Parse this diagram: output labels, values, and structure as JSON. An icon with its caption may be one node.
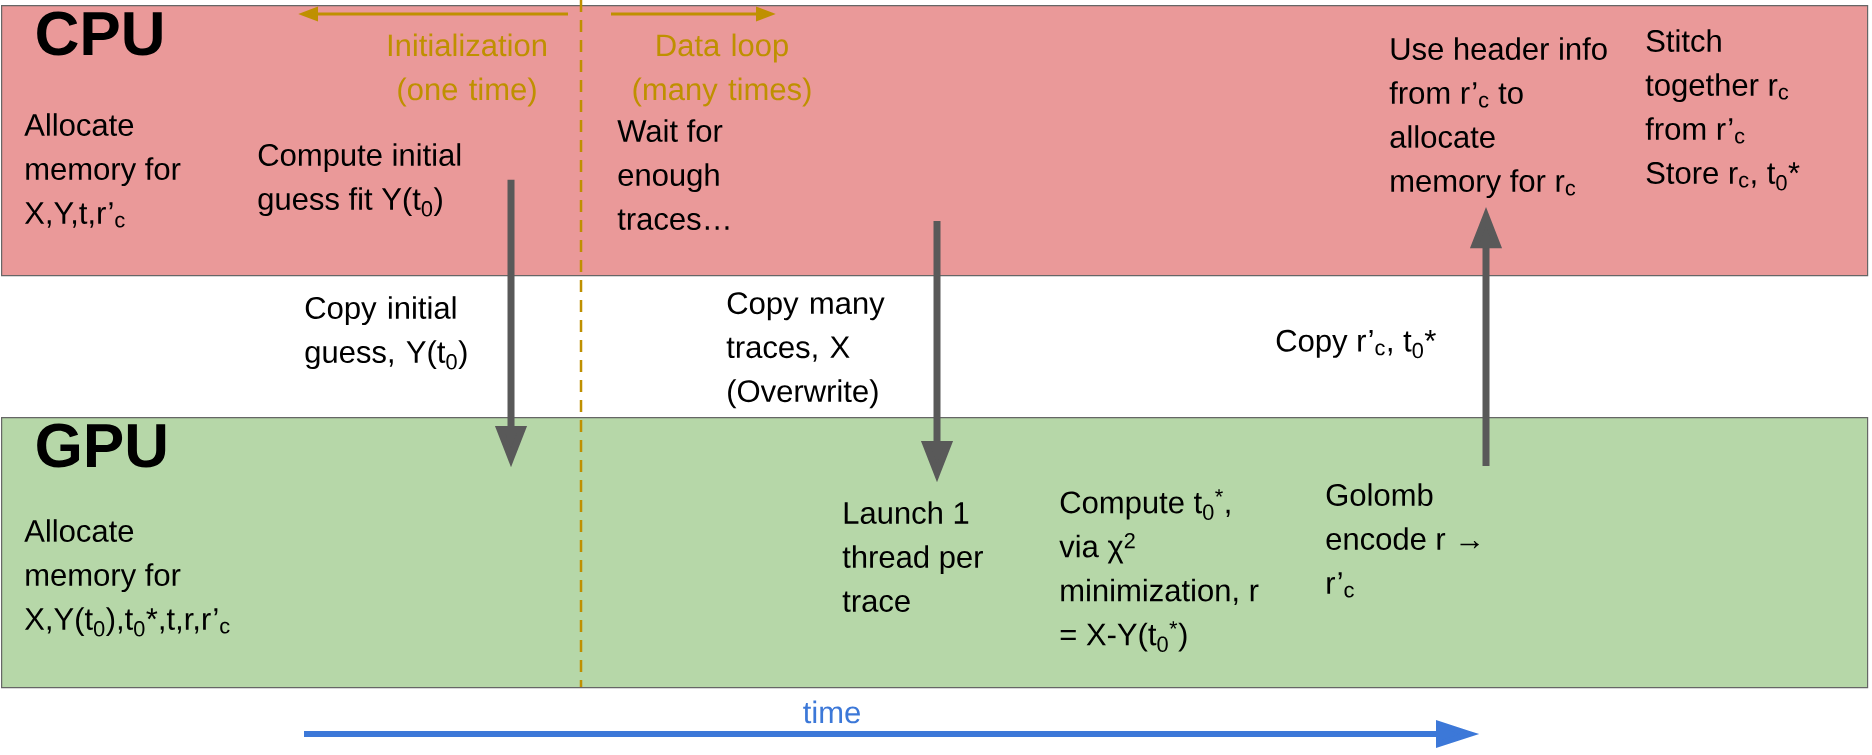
{
  "diagram": {
    "nodes": [
      {
        "text": [
          "CPU"
        ]
      },
      {
        "text": [
          "Allocate memory for X,Y,t,r’$_{c}$"
        ],
        "in": 0
      },
      {
        "text": [
          "Compute initial guess fit Y(t$_{0}$)"
        ],
        "in": 0
      },
      {
        "text": [
          "Wait for enough traces…"
        ],
        "in": 0
      },
      {
        "text": [
          "Use header info from r’$_{c}$ to allocate memory for r$_{c}$"
        ],
        "in": 0
      },
      {
        "text": [
          "Stitch together r$_{c}$ from r’$_{c}$ Store r$_{c}$, t$_{0}$*"
        ],
        "in": 0
      },
      {
        "text": [
          "GPU"
        ]
      },
      {
        "text": [
          "Allocate memory for X,Y(t$_{0}$),t$_{0}$*,t,r,r’$_{c}$"
        ],
        "in": 6
      },
      {
        "text": [
          "Launch 1 thread per trace"
        ],
        "in": 6
      },
      {
        "text": [
          "Compute t$_{0}$$^{*}$, via χ$^{2}$ minimization, r = X-Y(t$_{0}$$^{*}$)"
        ],
        "in": 6
      },
      {
        "text": [
          "Golomb encode r → r’$_{c}$"
        ],
        "in": 6
      }
    ],
    "edges": [
      {
        "from": 2,
        "to": 6,
        "arrow": "to",
        "label": "Copy initial guess, Y(t$_{0}$)"
      },
      {
        "from": 0,
        "to": 8,
        "arrow": "to",
        "label": "Copy many traces, X (Overwrite)"
      },
      {
        "from": 10,
        "to": 4,
        "arrow": "to",
        "label": "Copy r’$_{c}$, t$_{0}$*"
      }
    ],
    "labels": [
      "Initialization (one time)",
      "Data loop (many times)",
      "time"
    ]
  }
}
